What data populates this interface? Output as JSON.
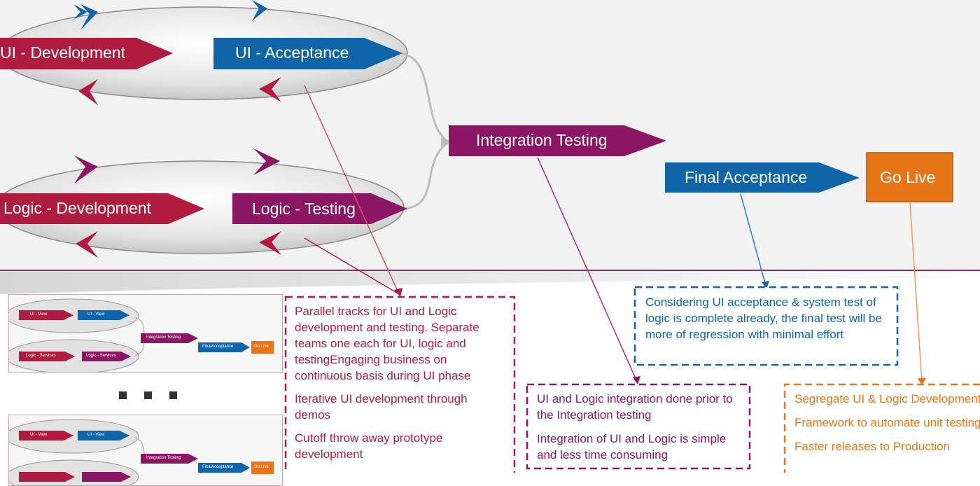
{
  "colors": {
    "red": "#b01c3f",
    "blue": "#0f65a8",
    "purple": "#8c1663",
    "orange": "#e97519",
    "divider": "#9b2a5c"
  },
  "stages": {
    "ui_development": "UI - Development",
    "ui_acceptance": "UI - Acceptance",
    "logic_development": "Logic - Development",
    "logic_testing": "Logic - Testing",
    "integration_testing": "Integration Testing",
    "final_acceptance": "Final Acceptance",
    "go_live": "Go Live"
  },
  "notes": {
    "parallel": [
      "Parallel tracks for UI and Logic development and testing. Separate teams one each for UI, logic and testingEngaging business on continuous basis during UI phase",
      "Iterative UI development through demos",
      "Cutoff throw away prototype development"
    ],
    "final": [
      "Considering UI acceptance & system test of logic is complete already, the final test will be more of regression with minimal effort"
    ],
    "integration": [
      "UI and Logic integration done prior to the Integration testing",
      "Integration of UI and Logic is simple and less time consuming"
    ],
    "golive": [
      "Segregate UI & Logic Development testing",
      "Framework to automate unit testing",
      "Faster releases to Production"
    ]
  },
  "thumbnail": {
    "ui_view": "UI - View",
    "logic_services": "Logic - Services",
    "integration_testing": "Integration Testing",
    "final_acceptance": "FinalAcceptance",
    "go_live": "Go Live"
  }
}
